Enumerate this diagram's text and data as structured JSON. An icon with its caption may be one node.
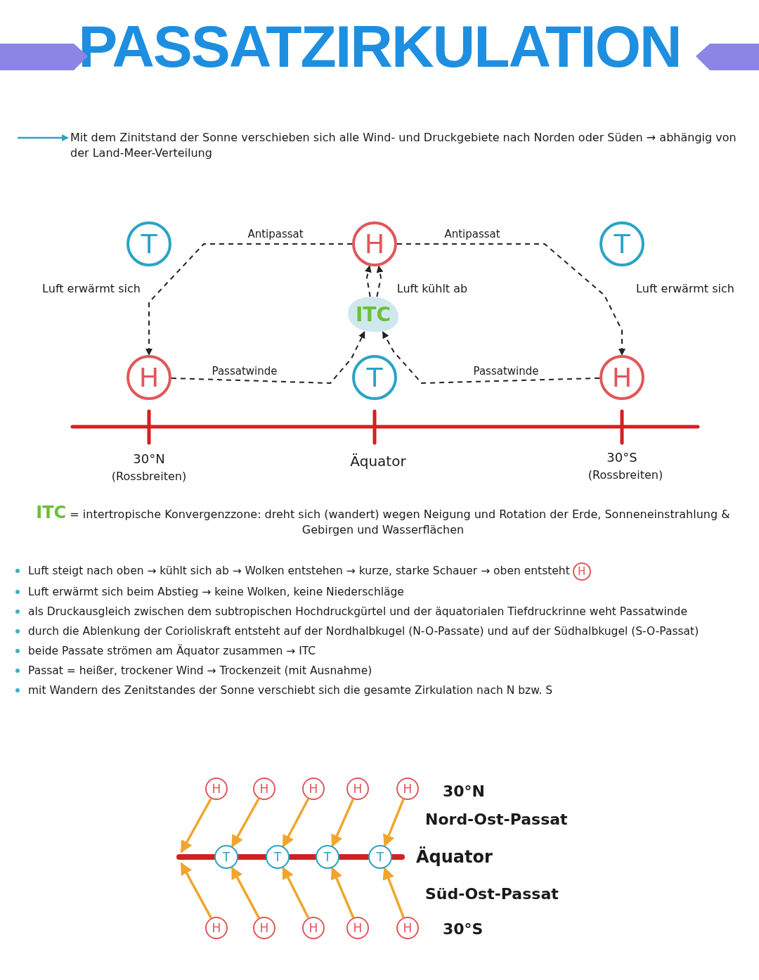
{
  "diagram": {
    "title": "PASSATZIRKULATION",
    "nodes": [
      {
        "text": [
          "T"
        ]
      },
      {
        "text": [
          "H"
        ]
      },
      {
        "text": [
          "T"
        ]
      },
      {
        "text": [
          "H"
        ]
      },
      {
        "text": [
          "T"
        ]
      },
      {
        "text": [
          "H"
        ]
      },
      {
        "text": [
          "ITC"
        ]
      },
      {
        "text": [
          "H"
        ]
      },
      {
        "text": [
          "H"
        ]
      },
      {
        "text": [
          "H"
        ]
      },
      {
        "text": [
          "H"
        ]
      },
      {
        "text": [
          "H"
        ]
      },
      {
        "text": [
          "H"
        ]
      },
      {
        "text": [
          "T"
        ]
      },
      {
        "text": [
          "T"
        ]
      },
      {
        "text": [
          "T"
        ]
      },
      {
        "text": [
          "T"
        ]
      },
      {
        "text": [
          "H"
        ]
      },
      {
        "text": [
          "H"
        ]
      },
      {
        "text": [
          "H"
        ]
      },
      {
        "text": [
          "H"
        ]
      },
      {
        "text": [
          "H"
        ]
      }
    ],
    "edges": [
      {
        "from": 1,
        "to": 3,
        "arrow": "to",
        "label": "Antipassat",
        "style": "dashed",
        "color": "#222222"
      },
      {
        "from": 1,
        "to": 5,
        "arrow": "to",
        "label": "Antipassat",
        "style": "dashed",
        "color": "#222222"
      },
      {
        "from": 3,
        "to": 6,
        "arrow": "to",
        "label": "Passatwinde",
        "style": "dashed",
        "color": "#222222"
      },
      {
        "from": 5,
        "to": 6,
        "arrow": "to",
        "label": "Passatwinde",
        "style": "dashed",
        "color": "#222222"
      },
      {
        "from": 6,
        "to": 1,
        "arrow": "to",
        "style": "dashed",
        "color": "#222222"
      },
      {
        "from": 6,
        "to": 1,
        "arrow": "to",
        "style": "dashed",
        "color": "#222222"
      },
      {
        "from": 8,
        "to": null,
        "arrow": "to",
        "color": "#f0a52e"
      },
      {
        "from": 9,
        "to": 13,
        "arrow": "to",
        "color": "#f0a52e"
      },
      {
        "from": 10,
        "to": 14,
        "arrow": "to",
        "color": "#f0a52e"
      },
      {
        "from": 11,
        "to": 15,
        "arrow": "to",
        "color": "#f0a52e"
      },
      {
        "from": 12,
        "to": 16,
        "arrow": "to",
        "color": "#f0a52e"
      },
      {
        "from": 17,
        "to": null,
        "arrow": "to",
        "color": "#f0a52e"
      },
      {
        "from": 18,
        "to": 13,
        "arrow": "to",
        "color": "#f0a52e"
      },
      {
        "from": 19,
        "to": 14,
        "arrow": "to",
        "color": "#f0a52e"
      },
      {
        "from": 20,
        "to": 15,
        "arrow": "to",
        "color": "#f0a52e"
      },
      {
        "from": 21,
        "to": 16,
        "arrow": "to",
        "color": "#f0a52e"
      }
    ],
    "labels": [
      "Mit dem Zinitstand der Sonne verschieben sich alle Wind- und Druckgebiete nach Norden oder Süden → abhängig von der Land-Meer-Verteilung",
      "Luft erwärmt sich",
      "Luft kühlt ab",
      "Luft erwärmt sich",
      "30°N",
      "(Rossbreiten)",
      "Äquator",
      "30°S",
      "(Rossbreiten)",
      "**ITC** = intertropische Konvergenzzone: dreht sich (wandert) wegen Neigung und Rotation der Erde, Sonneneinstrahlung & Gebirgen und Wasserflächen",
      "Luft steigt nach oben → kühlt sich ab → Wolken entstehen → kurze, starke Schauer → oben entsteht",
      "Luft erwärmt sich beim Abstieg → keine Wolken, keine Niederschläge",
      "als Druckausgleich zwischen dem subtropischen Hochdruckgürtel und der äquatorialen Tiefdruckrinne weht Passatwinde",
      "durch die Ablenkung der Corioliskraft entsteht auf der Nordhalbkugel (N-O-Passate) und auf der Südhalbkugel (S-O-Passat)",
      "beide Passate strömen am Äquator zusammen → ITC",
      "Passat = heißer, trockener Wind → Trockenzeit (mit Ausnahme)",
      "mit Wandern des Zenitstandes der Sonne verschiebt sich die gesamte Zirkulation nach N bzw. S",
      "30°N",
      "Nord-Ost-Passat",
      "Äquator",
      "Süd-Ost-Passat",
      "30°S"
    ]
  }
}
